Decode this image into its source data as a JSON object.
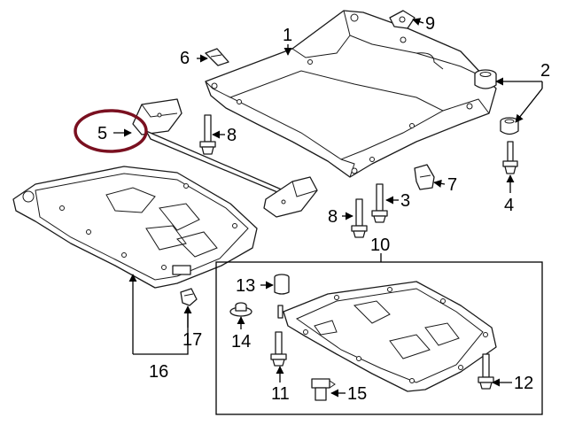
{
  "callouts": {
    "c1": "1",
    "c2": "2",
    "c3": "3",
    "c4": "4",
    "c5": "5",
    "c6": "6",
    "c7": "7",
    "c8a": "8",
    "c8b": "8",
    "c9": "9",
    "c10": "10",
    "c11": "11",
    "c12": "12",
    "c13": "13",
    "c14": "14",
    "c15": "15",
    "c16": "16",
    "c17": "17"
  },
  "colors": {
    "highlight": "#7a1020",
    "ink": "#1a1a1a"
  }
}
